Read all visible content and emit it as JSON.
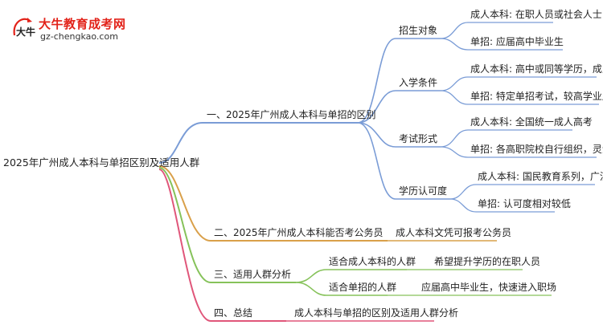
{
  "logo": {
    "mark_text": "大牛",
    "title": "大牛教育成考网",
    "url": "gz-chengkao.com"
  },
  "mindmap": {
    "root": "2025年广州成人本科与单招区别及适用人群",
    "branches": [
      {
        "label": "一、2025年广州成人本科与单招的区别",
        "color": "#7a9cd6",
        "children": [
          {
            "label": "招生对象",
            "color": "#7a9cd6",
            "items": [
              "成人本科: 在职人员或社会人士",
              "单招: 应届高中毕业生"
            ]
          },
          {
            "label": "入学条件",
            "color": "#7a9cd6",
            "items": [
              "成人本科: 高中或同等学历，成人高考",
              "单招: 特定单招考试，较高学业成绩"
            ]
          },
          {
            "label": "考试形式",
            "color": "#7a9cd6",
            "items": [
              "成人本科: 全国统一成人高考",
              "单招: 各高职院校自行组织，灵活性大"
            ]
          },
          {
            "label": "学历认可度",
            "color": "#7a9cd6",
            "items": [
              "成人本科: 国民教育系列，广泛认可",
              "单招: 认可度相对较低"
            ]
          }
        ]
      },
      {
        "label": "二、2025年广州成人本科能否考公务员",
        "color": "#d9a04a",
        "children": [
          {
            "label": "成人本科文凭可报考公务员",
            "color": "#d9a04a",
            "items": []
          }
        ]
      },
      {
        "label": "三、适用人群分析",
        "color": "#86c25a",
        "children": [
          {
            "label": "适合成人本科的人群",
            "color": "#86c25a",
            "items": [
              "希望提升学历的在职人员"
            ]
          },
          {
            "label": "适合单招的人群",
            "color": "#86c25a",
            "items": [
              "应届高中毕业生，快速进入职场"
            ]
          }
        ]
      },
      {
        "label": "四、总结",
        "color": "#e0567a",
        "children": [
          {
            "label": "成人本科与单招的区别及适用人群分析",
            "color": "#e0567a",
            "items": []
          }
        ]
      }
    ]
  }
}
